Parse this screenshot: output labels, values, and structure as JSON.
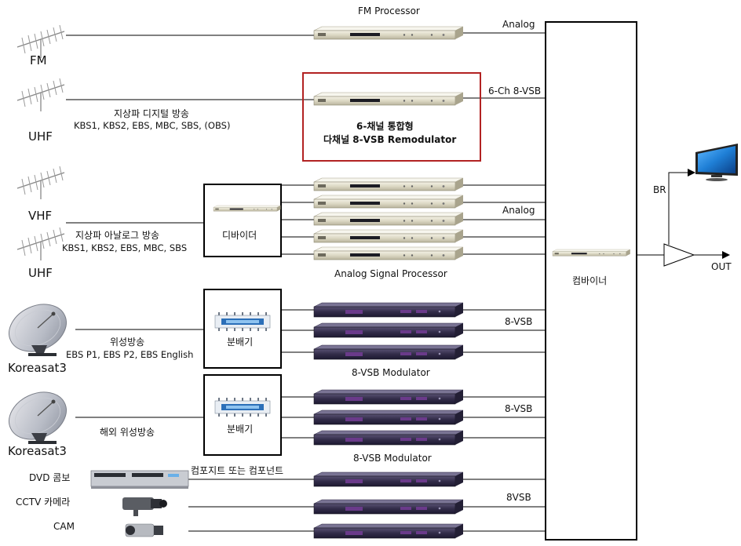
{
  "colors": {
    "line": "#000000",
    "highlight_border": "#b22222",
    "rack_light": "#e6e3d3",
    "rack_dark": "#2f2a44",
    "tv_screen": "#1f7fd6"
  },
  "sources": {
    "fm": "FM",
    "uhf_digital": "UHF",
    "vhf": "VHF",
    "uhf_analog": "UHF",
    "koreasat_1": "Koreasat3",
    "koreasat_2": "Koreasat3",
    "dvd": "DVD 콤보",
    "cctv": "CCTV 카메라",
    "cam": "CAM"
  },
  "labels": {
    "digital_terrestrial_title": "지상파 디지털 방송",
    "digital_terrestrial_channels": "KBS1, KBS2, EBS, MBC, SBS, (OBS)",
    "analog_terrestrial_title": "지상파 아날로그 방송",
    "analog_terrestrial_channels": "KBS1, KBS2, EBS, MBC, SBS",
    "satellite_title": "위성방송",
    "satellite_channels": "EBS P1,  EBS P2, EBS English",
    "overseas_satellite": "해외 위성방송",
    "composite": "컴포지트 또는 컴포넌트"
  },
  "devices": {
    "fm_processor": "FM Processor",
    "remod_line1": "6-채널 통합형",
    "remod_line2": "다채널 8-VSB Remodulator",
    "analog_signal_processor": "Analog Signal  Processor",
    "divider": "디바이더",
    "splitter_1": "분배기",
    "splitter_2": "분배기",
    "vsb_mod_1": "8-VSB Modulator",
    "vsb_mod_2": "8-VSB Modulator",
    "combiner": "컴바이너"
  },
  "signals": {
    "analog_top": "Analog",
    "six_ch": "6-Ch  8-VSB",
    "analog_mid": "Analog",
    "vsb_1": "8-VSB",
    "vsb_2": "8-VSB",
    "vsb_3": "8VSB",
    "br": "BR",
    "out": "OUT"
  }
}
